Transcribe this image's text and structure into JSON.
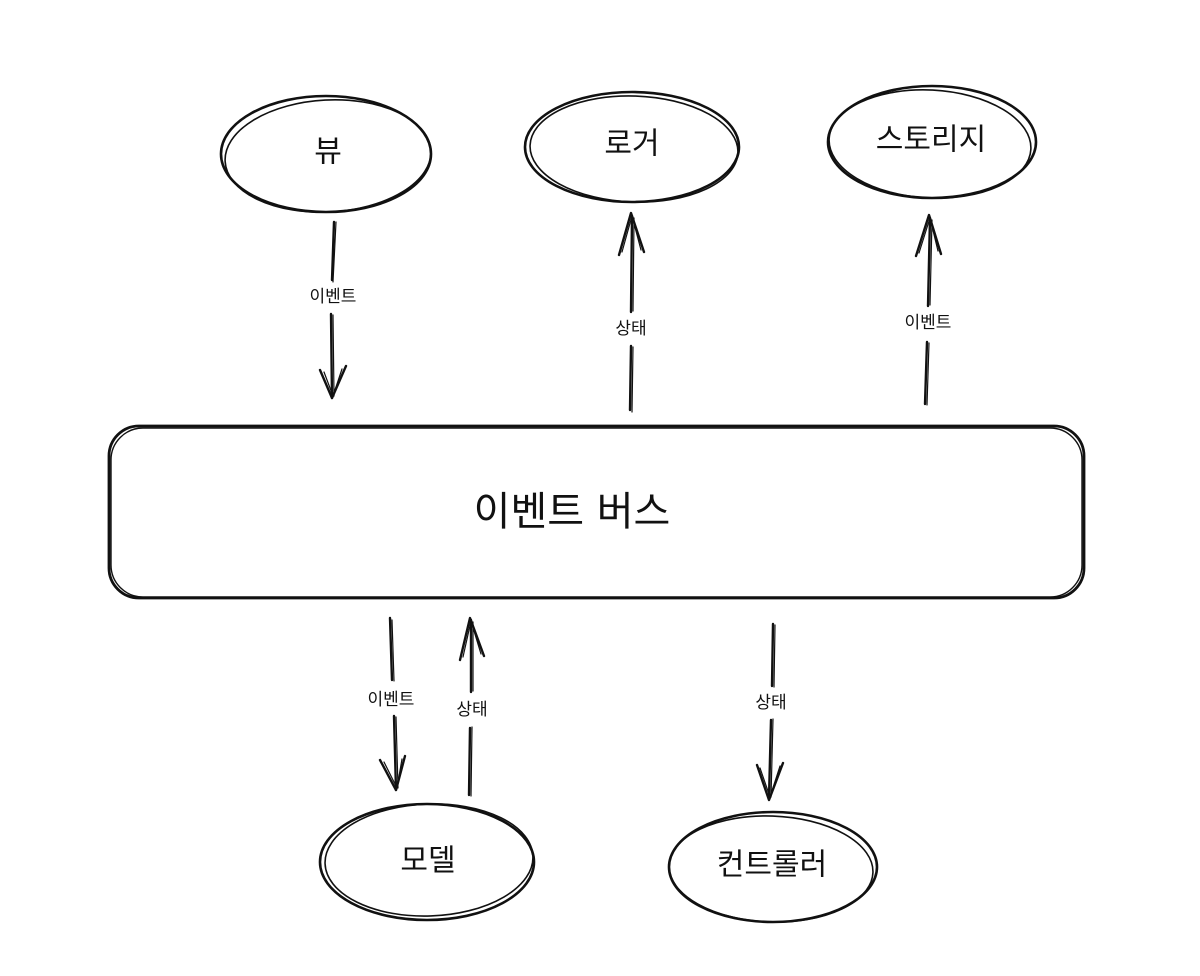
{
  "nodes": {
    "view": "뷰",
    "logger": "로거",
    "storage": "스토리지",
    "event_bus": "이벤트 버스",
    "model": "모델",
    "controller": "컨트롤러"
  },
  "edges": {
    "view_to_bus": "이벤트",
    "bus_to_logger": "상태",
    "bus_to_storage": "이벤트",
    "bus_to_model": "이벤트",
    "model_to_bus": "상태",
    "bus_to_controller": "상태"
  }
}
